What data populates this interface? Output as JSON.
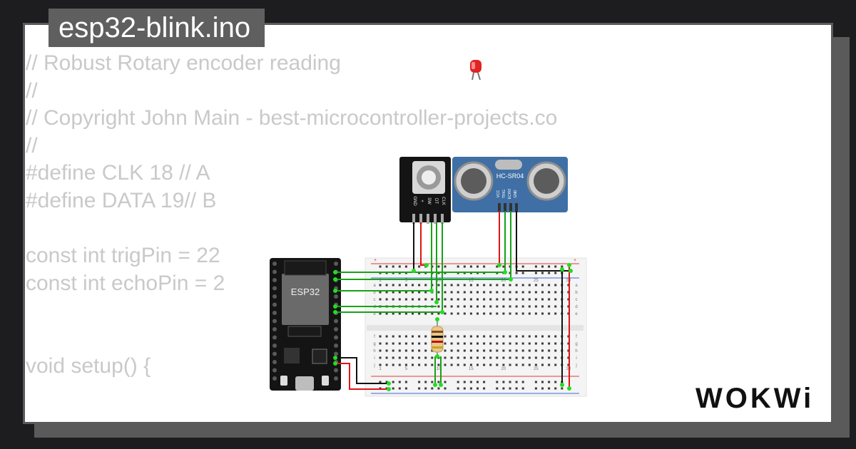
{
  "window": {
    "title": "esp32-blink.ino"
  },
  "code_lines": [
    "// Robust Rotary encoder reading",
    "//",
    "// Copyright John Main - best-microcontroller-projects.co",
    "//",
    "#define CLK 18 // A",
    "#define DATA 19// B",
    "",
    "const int trigPin = 22",
    "const int echoPin = 2",
    "",
    "",
    "void setup() {"
  ],
  "esp32": {
    "label": "ESP32"
  },
  "sensor": {
    "label": "HC-SR04",
    "pins": [
      "VCC",
      "TRIG",
      "ECHO",
      "GND"
    ]
  },
  "encoder": {
    "pins": [
      "GND",
      "+",
      "SW",
      "DT",
      "CLK"
    ]
  },
  "breadboard": {
    "column_numbers": [
      "1",
      "5",
      "10",
      "15",
      "20",
      "25",
      "30"
    ],
    "top_rows": [
      "a",
      "b",
      "c",
      "d",
      "e"
    ],
    "bottom_rows": [
      "f",
      "g",
      "h",
      "i",
      "j"
    ],
    "rail_marks": [
      "+",
      "+"
    ]
  },
  "brand": {
    "logo_text": "WOKWi"
  },
  "colors": {
    "wire_green": "#16a316",
    "wire_black": "#111111",
    "wire_red": "#e01515",
    "pin_dot": "#22dd22",
    "esp32_board": "#141414",
    "sensor_board": "#3f6fa5",
    "led": "#e02424",
    "breadboard": "#f4f4f4"
  }
}
